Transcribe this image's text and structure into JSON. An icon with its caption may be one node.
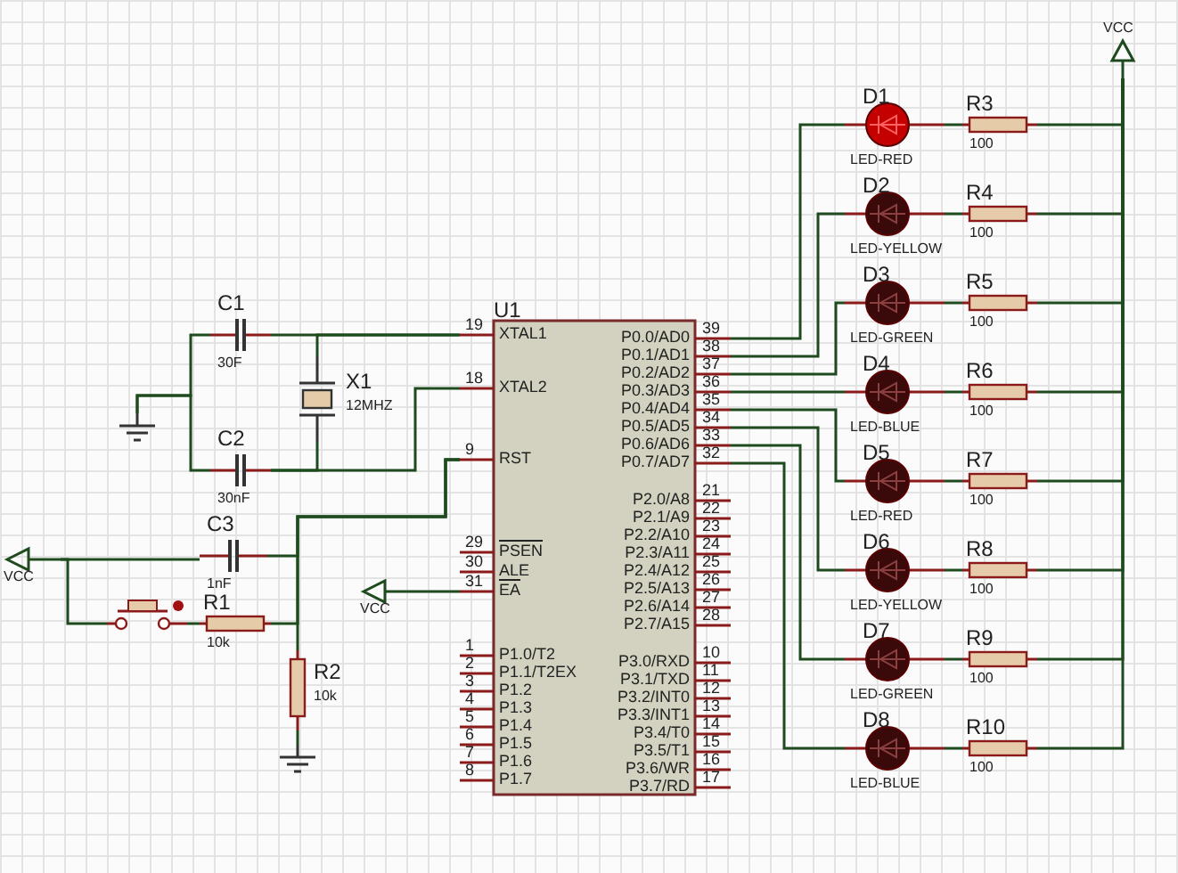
{
  "diagram": {
    "nodes": [
      {
        "text": [
          "U1"
        ]
      },
      {
        "text": [
          "C1",
          "30F"
        ]
      },
      {
        "text": [
          "X1",
          "12MHZ"
        ]
      },
      {
        "text": [
          "C2",
          "30nF"
        ]
      },
      {
        "text": [],
        "shape": "ground"
      },
      {
        "text": [
          "C3",
          "1nF"
        ]
      },
      {
        "text": [
          "VCC"
        ]
      },
      {
        "text": [],
        "shape": "switch"
      },
      {
        "text": [
          "R1",
          "10k"
        ]
      },
      {
        "text": [
          "R2",
          "10k"
        ]
      },
      {
        "text": [],
        "shape": "ground"
      },
      {
        "text": [
          "VCC"
        ]
      },
      {
        "text": [
          "D1",
          "LED-RED"
        ]
      },
      {
        "text": [
          "D2",
          "LED-YELLOW"
        ]
      },
      {
        "text": [
          "D3",
          "LED-GREEN"
        ]
      },
      {
        "text": [
          "D4",
          "LED-BLUE"
        ]
      },
      {
        "text": [
          "D5",
          "LED-RED"
        ]
      },
      {
        "text": [
          "D6",
          "LED-YELLOW"
        ]
      },
      {
        "text": [
          "D7",
          "LED-GREEN"
        ]
      },
      {
        "text": [
          "D8",
          "LED-BLUE"
        ]
      },
      {
        "text": [
          "R3",
          "100"
        ]
      },
      {
        "text": [
          "R4",
          "100"
        ]
      },
      {
        "text": [
          "R5",
          "100"
        ]
      },
      {
        "text": [
          "R6",
          "100"
        ]
      },
      {
        "text": [
          "R7",
          "100"
        ]
      },
      {
        "text": [
          "R8",
          "100"
        ]
      },
      {
        "text": [
          "R9",
          "100"
        ]
      },
      {
        "text": [
          "R10",
          "100"
        ]
      },
      {
        "text": [
          "VCC"
        ]
      }
    ],
    "edges": [
      {
        "from": 0,
        "to": 1,
        "arrow": "none"
      },
      {
        "from": 0,
        "to": 2,
        "arrow": "none"
      },
      {
        "from": 1,
        "to": 4,
        "arrow": "none"
      },
      {
        "from": 3,
        "to": 4,
        "arrow": "none"
      },
      {
        "from": 2,
        "to": 3,
        "arrow": "none"
      },
      {
        "from": 0,
        "to": 3,
        "arrow": "none"
      },
      {
        "from": 0,
        "to": 5,
        "arrow": "none"
      },
      {
        "from": 0,
        "to": 8,
        "arrow": "none"
      },
      {
        "from": 0,
        "to": 9,
        "arrow": "none"
      },
      {
        "from": 6,
        "to": 5,
        "arrow": "none"
      },
      {
        "from": 6,
        "to": 7,
        "arrow": "none"
      },
      {
        "from": 7,
        "to": 8,
        "arrow": "none"
      },
      {
        "from": 9,
        "to": 10,
        "arrow": "none"
      },
      {
        "from": 11,
        "to": 0,
        "arrow": "none"
      },
      {
        "from": 0,
        "to": 12,
        "arrow": "none"
      },
      {
        "from": 0,
        "to": 13,
        "arrow": "none"
      },
      {
        "from": 0,
        "to": 14,
        "arrow": "none"
      },
      {
        "from": 0,
        "to": 15,
        "arrow": "none"
      },
      {
        "from": 0,
        "to": 16,
        "arrow": "none"
      },
      {
        "from": 0,
        "to": 17,
        "arrow": "none"
      },
      {
        "from": 0,
        "to": 18,
        "arrow": "none"
      },
      {
        "from": 0,
        "to": 19,
        "arrow": "none"
      },
      {
        "from": 12,
        "to": 20,
        "arrow": "none"
      },
      {
        "from": 13,
        "to": 21,
        "arrow": "none"
      },
      {
        "from": 14,
        "to": 22,
        "arrow": "none"
      },
      {
        "from": 15,
        "to": 23,
        "arrow": "none"
      },
      {
        "from": 16,
        "to": 24,
        "arrow": "none"
      },
      {
        "from": 17,
        "to": 25,
        "arrow": "none"
      },
      {
        "from": 18,
        "to": 26,
        "arrow": "none"
      },
      {
        "from": 19,
        "to": 27,
        "arrow": "none"
      },
      {
        "from": 20,
        "to": 28,
        "arrow": "none"
      },
      {
        "from": 21,
        "to": 28,
        "arrow": "none"
      },
      {
        "from": 22,
        "to": 28,
        "arrow": "none"
      },
      {
        "from": 23,
        "to": 28,
        "arrow": "none"
      },
      {
        "from": 24,
        "to": 28,
        "arrow": "none"
      },
      {
        "from": 25,
        "to": 28,
        "arrow": "none"
      },
      {
        "from": 26,
        "to": 28,
        "arrow": "none"
      },
      {
        "from": 27,
        "to": 28,
        "arrow": "none"
      }
    ],
    "labels": [
      "19",
      "XTAL1",
      "18",
      "XTAL2",
      "9",
      "RST",
      "29",
      "PSEN",
      "30",
      "ALE",
      "31",
      "EA",
      "1",
      "P1.0/T2",
      "2",
      "P1.1/T2EX",
      "3",
      "P1.2",
      "4",
      "P1.3",
      "5",
      "P1.4",
      "6",
      "P1.5",
      "7",
      "P1.6",
      "8",
      "P1.7",
      "P0.0/AD0",
      "39",
      "P0.1/AD1",
      "38",
      "P0.2/AD2",
      "37",
      "P0.3/AD3",
      "36",
      "P0.4/AD4",
      "35",
      "P0.5/AD5",
      "34",
      "P0.6/AD6",
      "33",
      "P0.7/AD7",
      "32",
      "P2.0/A8",
      "21",
      "P2.1/A9",
      "22",
      "P2.2/A10",
      "23",
      "P2.3/A11",
      "24",
      "P2.4/A12",
      "25",
      "P2.5/A13",
      "26",
      "P2.6/A14",
      "27",
      "P2.7/A15",
      "28",
      "P3.0/RXD",
      "10",
      "P3.1/TXD",
      "11",
      "P3.2/INT0",
      "12",
      "P3.3/INT1",
      "13",
      "P3.4/T0",
      "14",
      "P3.5/T1",
      "15",
      "P3.6/WR",
      "16",
      "P3.7/RD",
      "17"
    ]
  }
}
